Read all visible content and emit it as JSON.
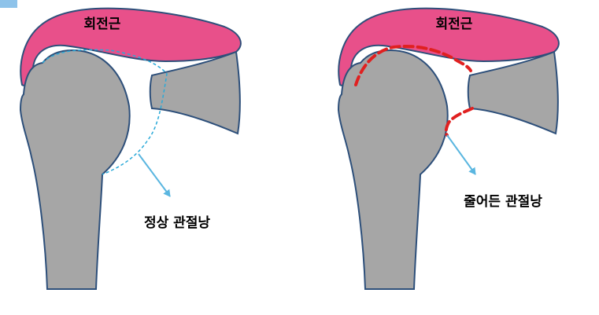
{
  "left_panel": {
    "muscle_label": "회전근",
    "capsule_label": "정상 관절낭"
  },
  "right_panel": {
    "muscle_label": "회전근",
    "capsule_label": "줄어든 관절낭"
  },
  "colors": {
    "rotator_cuff": "#e8508a",
    "bone": "#a6a6a6",
    "outline": "#2d4f7a",
    "normal_capsule_line": "#29a9d8",
    "reduced_capsule_line": "#e02020",
    "pointer_arrow": "#5ab6e0"
  }
}
